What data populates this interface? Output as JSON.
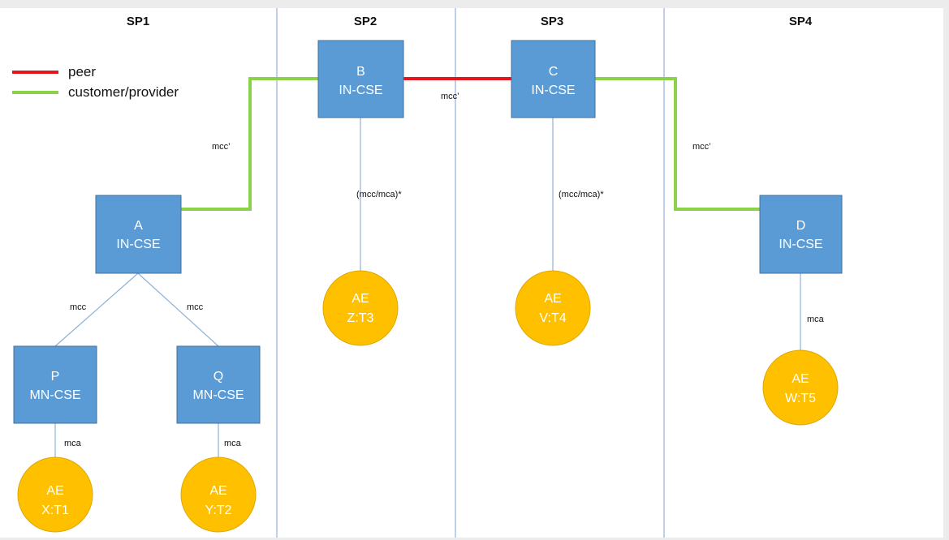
{
  "service_providers": [
    {
      "id": "sp1",
      "label": "SP1"
    },
    {
      "id": "sp2",
      "label": "SP2"
    },
    {
      "id": "sp3",
      "label": "SP3"
    },
    {
      "id": "sp4",
      "label": "SP4"
    }
  ],
  "legend": [
    {
      "id": "peer",
      "label": "peer",
      "color": "#e8141c"
    },
    {
      "id": "customer-provider",
      "label": "customer/provider",
      "color": "#8cd14a"
    }
  ],
  "colors": {
    "cse_fill": "#5b9bd5",
    "cse_stroke": "#41719c",
    "ae_fill": "#ffc000",
    "ae_stroke": "#e0a800",
    "thin_link": "#8fb0d8",
    "divider": "#7f9fcf"
  },
  "nodes": [
    {
      "id": "B",
      "kind": "cse",
      "line1": "B",
      "line2": "IN-CSE"
    },
    {
      "id": "C",
      "kind": "cse",
      "line1": "C",
      "line2": "IN-CSE"
    },
    {
      "id": "A",
      "kind": "cse",
      "line1": "A",
      "line2": "IN-CSE"
    },
    {
      "id": "D",
      "kind": "cse",
      "line1": "D",
      "line2": "IN-CSE"
    },
    {
      "id": "P",
      "kind": "cse",
      "line1": "P",
      "line2": "MN-CSE"
    },
    {
      "id": "Q",
      "kind": "cse",
      "line1": "Q",
      "line2": "MN-CSE"
    },
    {
      "id": "Z",
      "kind": "ae",
      "line1": "AE",
      "line2": "Z:T3"
    },
    {
      "id": "V",
      "kind": "ae",
      "line1": "AE",
      "line2": "V:T4"
    },
    {
      "id": "W",
      "kind": "ae",
      "line1": "AE",
      "line2": "W:T5"
    },
    {
      "id": "X",
      "kind": "ae",
      "line1": "AE",
      "line2": "X:T1"
    },
    {
      "id": "Y",
      "kind": "ae",
      "line1": "AE",
      "line2": "Y:T2"
    }
  ],
  "edge_labels": [
    {
      "id": "A-B",
      "text": "mcc’"
    },
    {
      "id": "B-C",
      "text": "mcc’"
    },
    {
      "id": "C-D",
      "text": "mcc’"
    },
    {
      "id": "B-Z",
      "text": "(mcc/mca)*"
    },
    {
      "id": "C-V",
      "text": "(mcc/mca)*"
    },
    {
      "id": "A-P",
      "text": "mcc"
    },
    {
      "id": "A-Q",
      "text": "mcc"
    },
    {
      "id": "P-X",
      "text": "mca"
    },
    {
      "id": "Q-Y",
      "text": "mca"
    },
    {
      "id": "D-W",
      "text": "mca"
    }
  ]
}
